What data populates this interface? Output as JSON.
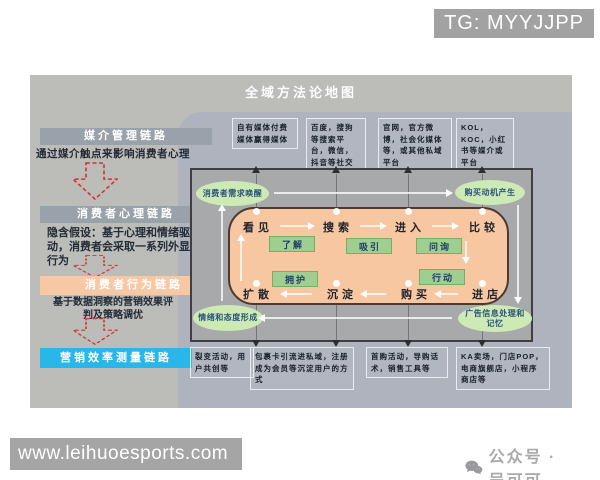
{
  "watermarks": {
    "tg": "TG: MYYJJPP",
    "site": "www.leihuoesports.com",
    "wechat": "公众号 · 吴可可"
  },
  "title": "全域方法论地图",
  "sidebar": {
    "chains": [
      {
        "label": "媒介管理链路",
        "desc": "通过媒介触点来影响消费者心理"
      },
      {
        "label": "消费者心理链路",
        "desc": "隐含假设：基于心理和情绪驱动，消费者会采取一系列外显行为"
      },
      {
        "label": "消费者行为链路",
        "desc": "基于数据洞察的营销效果评判及策略调优"
      },
      {
        "label": "营销效率测量链路"
      }
    ]
  },
  "media_boxes": [
    "自有媒体付费媒体赢得媒体",
    "百度，搜狗等搜索平台，微信，抖音等社交平台",
    "官网，官方微博，社会化媒体等，或其他私域平台",
    "KOL，KOC，小红书等媒介或平台"
  ],
  "psych_nodes": {
    "need": "消费者需求唤醒",
    "motive": "购买动机产生",
    "emotion": "情绪和态度形成",
    "memory": "广告信息处理和记忆"
  },
  "journey": {
    "top": [
      "看见",
      "搜索",
      "进入",
      "比较"
    ],
    "bottom": [
      "扩散",
      "沉淀",
      "购买",
      "进店"
    ],
    "chips": [
      "了解",
      "吸引",
      "问询",
      "拥护",
      "行动"
    ]
  },
  "tactic_boxes": [
    "裂变活动，用户共创等",
    "包裹卡引流进私域，注册成为会员等沉淀用户的方式",
    "首购活动，导购话术，销售工具等",
    "KA卖场，门店POP，电商旗舰店，小程序商店等"
  ],
  "colors": {
    "journey_box": "#f7c7a2",
    "chip_green": "#9fcf90",
    "ellipse_green": "#cdeab5",
    "bar_gray": "#99a1aa",
    "bar_peach": "#f6c9a4",
    "bar_cyan": "#29b6e9",
    "red_arrow": "#cf3333"
  }
}
